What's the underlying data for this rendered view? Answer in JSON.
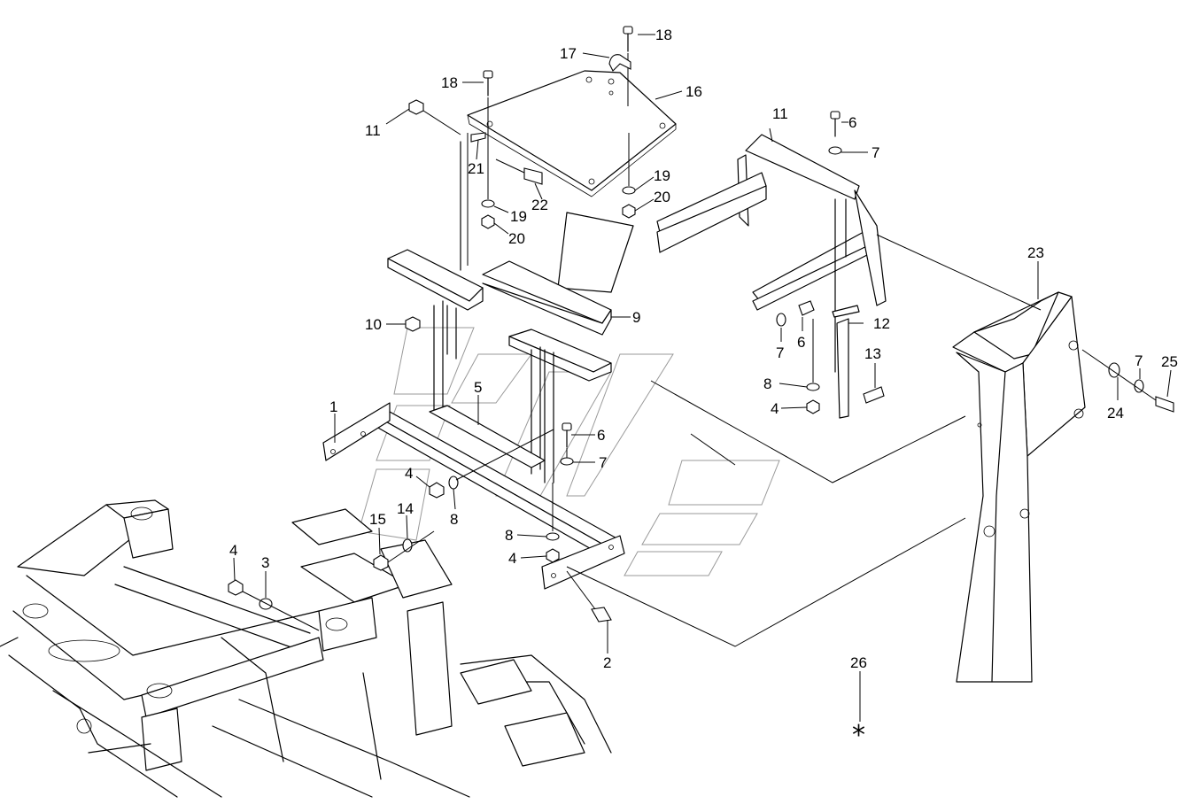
{
  "callouts": {
    "c1": "1",
    "c2": "2",
    "c3": "3",
    "c4a": "4",
    "c4b": "4",
    "c4c": "4",
    "c4d": "4",
    "c5": "5",
    "c6a": "6",
    "c6b": "6",
    "c6c": "6",
    "c7a": "7",
    "c7b": "7",
    "c7c": "7",
    "c7d": "7",
    "c8a": "8",
    "c8b": "8",
    "c8c": "8",
    "c9": "9",
    "c10": "10",
    "c11a": "11",
    "c11b": "11",
    "c12": "12",
    "c13": "13",
    "c14": "14",
    "c15": "15",
    "c16": "16",
    "c17": "17",
    "c18a": "18",
    "c18b": "18",
    "c19a": "19",
    "c19b": "19",
    "c20a": "20",
    "c20b": "20",
    "c21": "21",
    "c22": "22",
    "c23": "23",
    "c24": "24",
    "c25": "25",
    "c26": "26"
  },
  "marks": {
    "asterisk": "*"
  }
}
